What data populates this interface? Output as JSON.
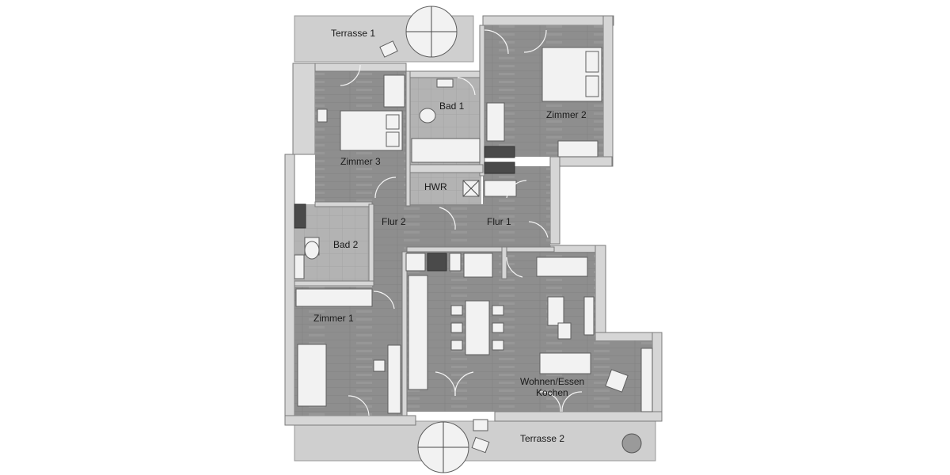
{
  "rooms": {
    "terrasse1": "Terrasse 1",
    "zimmer2": "Zimmer 2",
    "bad1": "Bad 1",
    "zimmer3": "Zimmer 3",
    "hwr": "HWR",
    "flur2": "Flur 2",
    "flur1": "Flur 1",
    "bad2": "Bad 2",
    "zimmer1": "Zimmer 1",
    "wohnen_line1": "Wohnen/Essen",
    "wohnen_line2": "Kochen",
    "terrasse2": "Terrasse 2"
  }
}
